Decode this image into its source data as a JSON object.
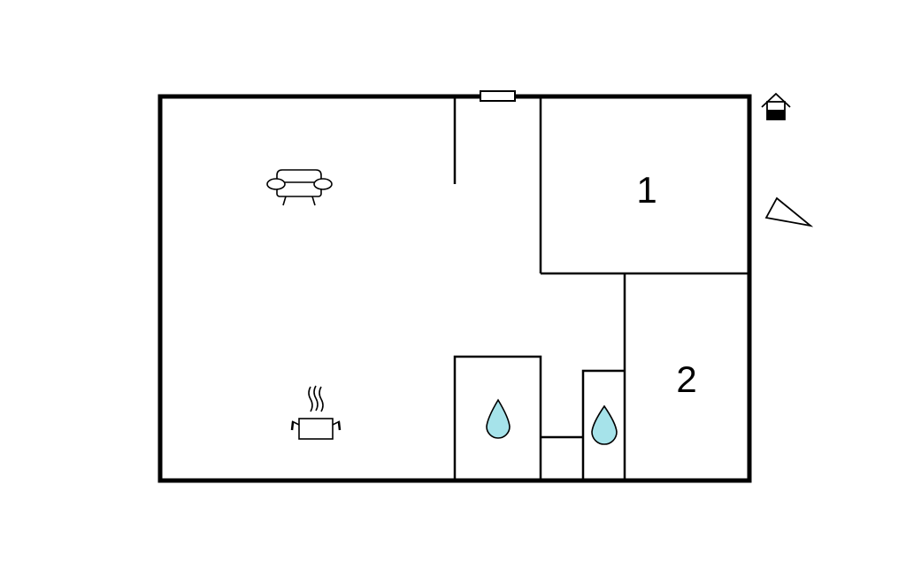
{
  "floorplan": {
    "rooms": [
      {
        "id": "bedroom-1",
        "label": "1"
      },
      {
        "id": "bedroom-2",
        "label": "2"
      }
    ],
    "icons": {
      "living": "sofa-icon",
      "kitchen": "cooking-pot-icon",
      "bathroom": "water-drop-icon",
      "toilet": "water-drop-icon",
      "exterior_upper": "house-entrance-icon",
      "exterior_lower": "terrace-wedge-icon"
    },
    "colors": {
      "wall": "#000000",
      "water": "#a6e3ea",
      "background": "#ffffff"
    }
  }
}
